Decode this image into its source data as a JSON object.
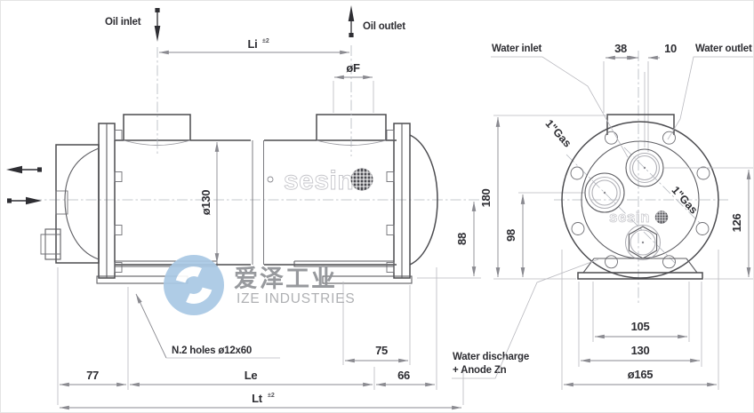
{
  "side_view": {
    "oil_inlet": "Oil inlet",
    "oil_outlet": "Oil outlet",
    "dim_li": "Li",
    "dim_li_tol": "±2",
    "dim_of": "øF",
    "dim_d130": "ø130",
    "dim_88": "88",
    "dim_77": "77",
    "dim_le": "Le",
    "dim_75": "75",
    "dim_66": "66",
    "dim_lt": "Lt",
    "dim_lt_tol": "±2",
    "holes_note": "N.2 holes ø12x60"
  },
  "end_view": {
    "water_inlet": "Water inlet",
    "water_outlet": "Water outlet",
    "dim_38": "38",
    "dim_10": "10",
    "gas_left": "1\"Gas",
    "gas_right": "1\"Gas",
    "dim_180": "180",
    "dim_98": "98",
    "dim_126": "126",
    "dim_105": "105",
    "dim_130": "130",
    "dim_d165": "ø165",
    "discharge_line1": "Water discharge",
    "discharge_line2": "+ Anode Zn"
  },
  "brand": {
    "logo_text": "sesin"
  },
  "watermark": {
    "cn": "爱泽工业",
    "en": "IZE INDUSTRIES"
  },
  "colors": {
    "outline": "#4b4b4f",
    "dimension": "#8a8a90",
    "watermark_blue": "#aac9e5",
    "logo_gray": "#c6c6cb",
    "watermark_text": "#909296"
  }
}
